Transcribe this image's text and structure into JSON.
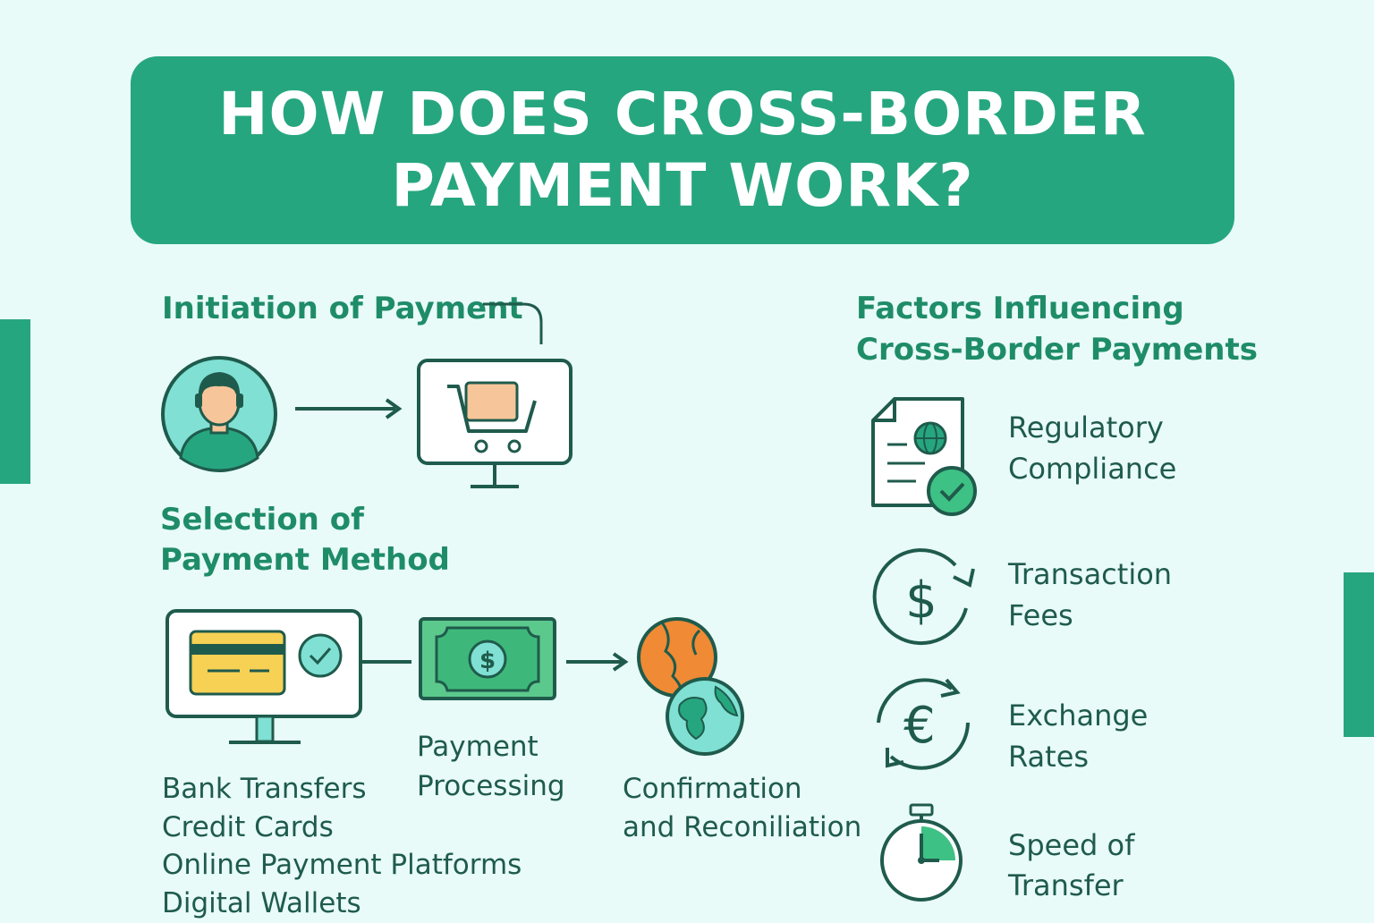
{
  "banner": {
    "title_line1": "HOW DOES CROSS-BORDER",
    "title_line2": "PAYMENT WORK?"
  },
  "flow": {
    "initiation": "Initiation of Payment",
    "selection_line1": "Selection of",
    "selection_line2": "Payment Method",
    "payment_methods": [
      "Bank Transfers",
      "Credit Cards",
      "Online Payment Platforms",
      "Digital Wallets"
    ],
    "processing_line1": "Payment",
    "processing_line2": "Processing",
    "confirmation_line1": "Confirmation",
    "confirmation_line2": "and Reconiliation",
    "banknote_symbol": "$"
  },
  "factors": {
    "heading_line1": "Factors Influencing",
    "heading_line2": "Cross-Border Payments",
    "items": [
      {
        "line1": "Regulatory",
        "line2": "Compliance",
        "icon": "document-check-icon"
      },
      {
        "line1": "Transaction",
        "line2": "Fees",
        "icon": "dollar-cycle-icon",
        "symbol": "$"
      },
      {
        "line1": "Exchange",
        "line2": "Rates",
        "icon": "euro-cycle-icon",
        "symbol": "€"
      },
      {
        "line1": "Speed of",
        "line2": "Transfer",
        "icon": "stopwatch-icon"
      }
    ]
  },
  "colors": {
    "primary": "#26a67f",
    "dark_green": "#1f5b4c",
    "heading_green": "#1f8c68",
    "background": "#e8fbf9",
    "card_yellow": "#f7d154",
    "cart_peach": "#f6c59a",
    "globe_orange": "#f08a34",
    "globe_teal": "#7fe0d3"
  }
}
